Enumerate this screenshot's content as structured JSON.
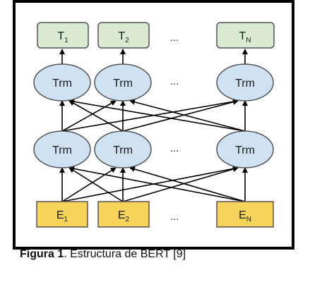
{
  "diagram": {
    "outputs": [
      {
        "main": "T",
        "sub": "1"
      },
      {
        "main": "T",
        "sub": "2"
      },
      {
        "main": "T",
        "sub": "N"
      }
    ],
    "top_layer": [
      "Trm",
      "Trm",
      "Trm"
    ],
    "bottom_layer": [
      "Trm",
      "Trm",
      "Trm"
    ],
    "inputs": [
      {
        "main": "E",
        "sub": "1"
      },
      {
        "main": "E",
        "sub": "2"
      },
      {
        "main": "E",
        "sub": "N"
      }
    ],
    "ellipsis": "...",
    "colors": {
      "output_fill": "#d9ead3",
      "trm_fill": "#cfe2f3",
      "input_fill": "#f6d35a",
      "stroke": "#555555",
      "frame": "#000000"
    }
  },
  "caption": {
    "label": "Figura 1",
    "text": ". Estructura de BERT [9]"
  }
}
